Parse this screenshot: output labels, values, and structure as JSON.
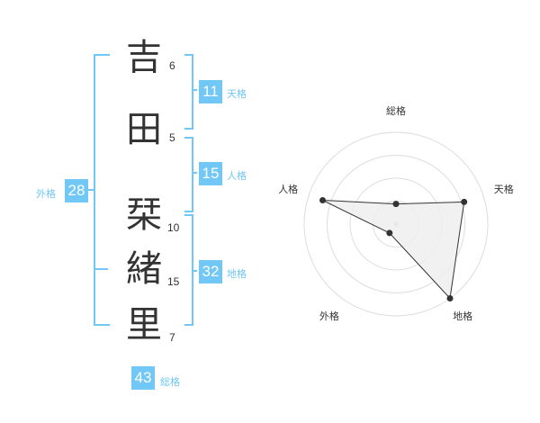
{
  "name": {
    "chars": [
      {
        "char": "吉",
        "strokes": "6"
      },
      {
        "char": "田",
        "strokes": "5"
      },
      {
        "char": "栞",
        "strokes": "10"
      },
      {
        "char": "緒",
        "strokes": "15"
      },
      {
        "char": "里",
        "strokes": "7"
      }
    ]
  },
  "kaku": {
    "tenkaku": {
      "value": "11",
      "label": "天格"
    },
    "jinkaku": {
      "value": "15",
      "label": "人格"
    },
    "chikaku": {
      "value": "32",
      "label": "地格"
    },
    "gaikaku": {
      "value": "28",
      "label": "外格"
    },
    "soukaku": {
      "value": "43",
      "label": "総格"
    }
  },
  "colors": {
    "accent": "#71c7f5",
    "text": "#333333",
    "grid": "#dddddd",
    "fill": "#eeeeee"
  },
  "chart_data": {
    "type": "radar",
    "axes": [
      "総格",
      "天格",
      "地格",
      "外格",
      "人格"
    ],
    "values": [
      0.22,
      0.78,
      1.0,
      0.12,
      0.84
    ],
    "rings": 4,
    "max": 1
  }
}
